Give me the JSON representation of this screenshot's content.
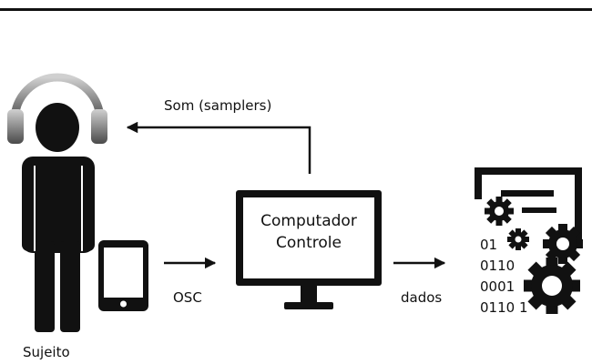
{
  "labels": {
    "som": "Som (samplers)",
    "osc": "OSC",
    "dados": "dados",
    "sujeito": "Sujeito",
    "computador_line1": "Computador",
    "computador_line2": "Controle"
  },
  "binary_lines": [
    "01",
    "0110",
    "0001",
    "0110 1"
  ],
  "icons": {
    "person": "person-with-headphones-icon",
    "tablet": "tablet-icon",
    "monitor": "computer-monitor-icon",
    "data_processing": "data-gears-icon"
  },
  "colors": {
    "ink": "#111111",
    "headphones_light": "#c8c8c8",
    "headphones_dark": "#5a5a5a",
    "background": "#ffffff"
  }
}
